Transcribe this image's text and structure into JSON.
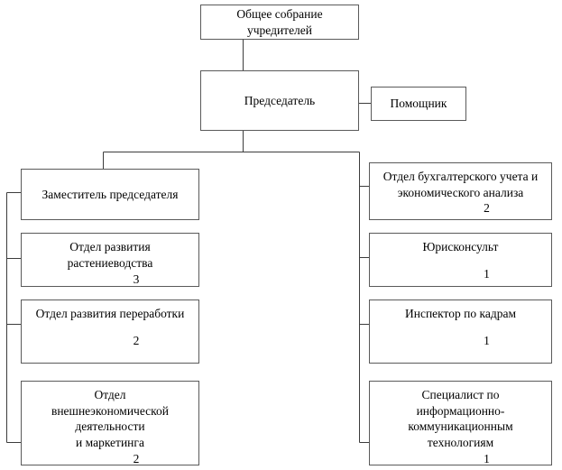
{
  "diagram": {
    "type": "organizational-chart",
    "language": "ru",
    "colors": {
      "box_border": "#5a5a5a",
      "line": "#3c3c3c",
      "background": "#ffffff",
      "text": "#000000"
    },
    "nodes": {
      "assembly": {
        "title": "Общее собрание\nучредителей",
        "count": ""
      },
      "chairman": {
        "title": "Председатель",
        "count": ""
      },
      "assistant": {
        "title": "Помощник",
        "count": ""
      },
      "deputy": {
        "title": "Заместитель председателя",
        "count": ""
      },
      "crop": {
        "title": "Отдел развития\nрастениеводства",
        "count": "3"
      },
      "process": {
        "title": "Отдел развития переработки",
        "count": "2"
      },
      "foreign": {
        "title": "Отдел\nвнешнеэкономической\nдеятельности\nи маркетинга",
        "count": "2"
      },
      "accounting": {
        "title": "Отдел бухгалтерского учета и\nэкономического анализа",
        "count": "2"
      },
      "legal": {
        "title": "Юрисконсульт",
        "count": "1"
      },
      "hr": {
        "title": "Инспектор по кадрам",
        "count": "1"
      },
      "it": {
        "title": "Специалист по\nинформационно-\nкоммуникационным\nтехнологиям",
        "count": "1"
      }
    },
    "edges": [
      {
        "from": "assembly",
        "to": "chairman"
      },
      {
        "from": "chairman",
        "to": "assistant"
      },
      {
        "from": "chairman",
        "to": "deputy"
      },
      {
        "from": "chairman",
        "to": "accounting"
      },
      {
        "from": "chairman",
        "to": "legal"
      },
      {
        "from": "chairman",
        "to": "hr"
      },
      {
        "from": "chairman",
        "to": "it"
      },
      {
        "from": "deputy",
        "to": "crop"
      },
      {
        "from": "deputy",
        "to": "process"
      },
      {
        "from": "deputy",
        "to": "foreign"
      }
    ]
  }
}
